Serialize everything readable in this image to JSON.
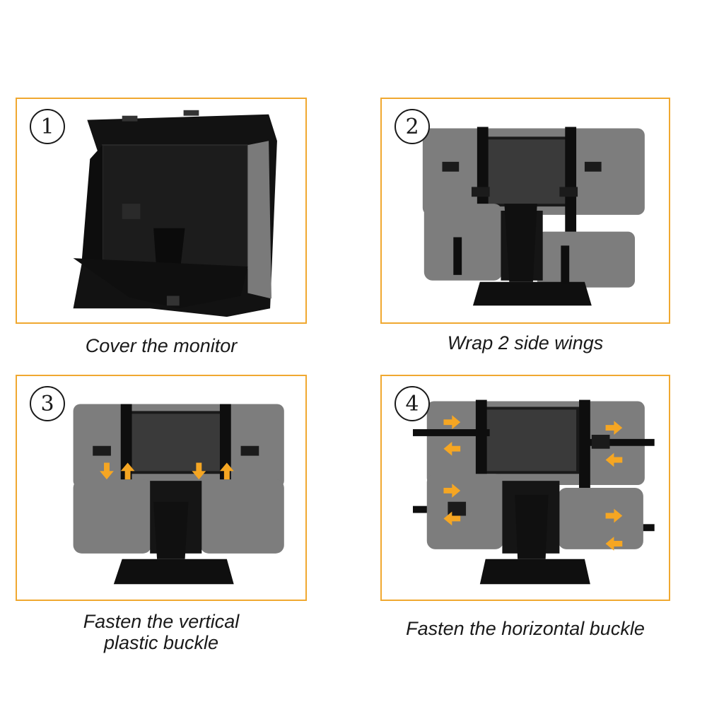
{
  "colors": {
    "frame_border": "#f0a830",
    "arrow": "#f5a623",
    "fabric_gray": "#7d7d7d",
    "fabric_dark": "#151515",
    "strap": "#0e0e0e"
  },
  "steps": [
    {
      "number": "1",
      "caption": "Cover the monitor"
    },
    {
      "number": "2",
      "caption": "Wrap 2 side wings"
    },
    {
      "number": "3",
      "caption": "Fasten the vertical\nplastic buckle"
    },
    {
      "number": "4",
      "caption": "Fasten the horizontal buckle"
    }
  ]
}
